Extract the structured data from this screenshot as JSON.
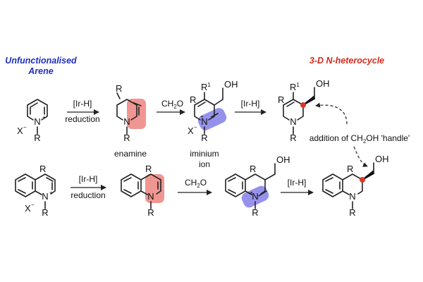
{
  "headers": {
    "left_line1": "Unfunctionalised",
    "left_line2": "Arene",
    "right": "3-D N-heterocycle"
  },
  "colors": {
    "left_header": "#1f2fbf",
    "right_header": "#d42a1c",
    "enamine_highlight": "#ee8b86",
    "iminium_highlight": "#8b86ea",
    "stereocenter": "#d83a2a"
  },
  "atoms": {
    "R": "R",
    "N": "N",
    "N_plus": "+",
    "X": "X",
    "X_minus": "−",
    "R1": "R",
    "R1_sup": "1",
    "OH": "OH"
  },
  "arrows": {
    "top1_above": "[Ir-H]",
    "top1_below": "reduction",
    "top2_above": "CH",
    "top2_sub": "2",
    "top2_after": "O",
    "top3_above": "[Ir-H]",
    "bot1_above": "[Ir-H]",
    "bot1_below": "reduction",
    "bot2_above": "CH",
    "bot2_sub": "2",
    "bot2_after": "O",
    "bot3_above": "[Ir-H]"
  },
  "labels": {
    "enamine": "enamine",
    "iminium_line1": "iminium",
    "iminium_line2": "ion",
    "handle_pre": "addition of CH",
    "handle_sub": "2",
    "handle_post": "OH 'handle'"
  }
}
